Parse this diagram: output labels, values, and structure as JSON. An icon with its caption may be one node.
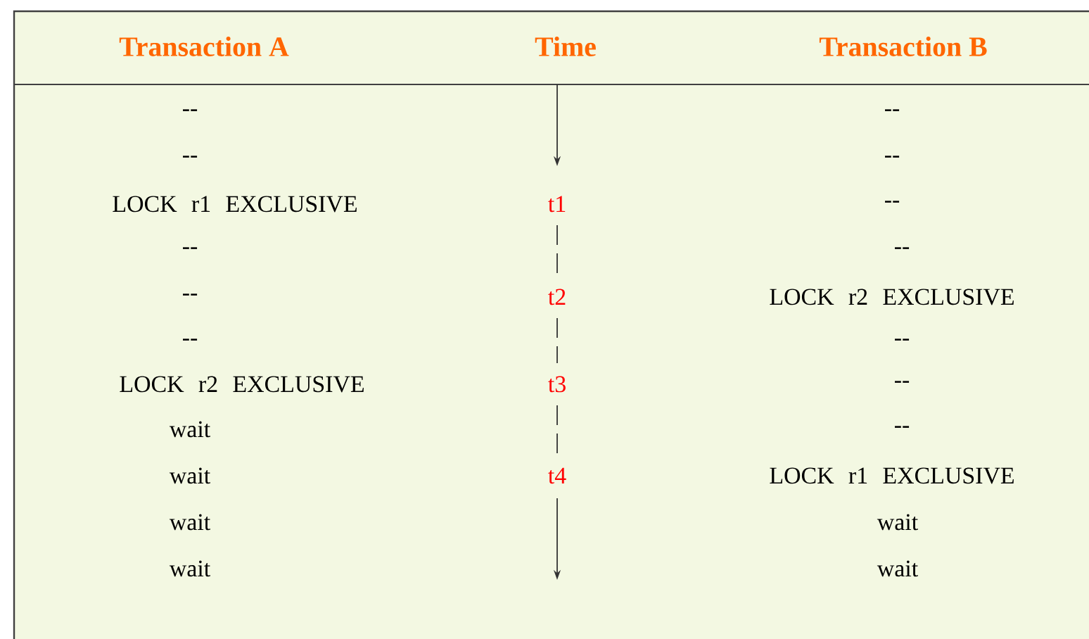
{
  "diagram": {
    "labels": [
      "Transaction A",
      "Time",
      "Transaction B",
      "--",
      "--",
      "--",
      "--",
      "LOCK r1 EXCLUSIVE",
      "t1",
      "--",
      "--",
      "--",
      "--",
      "t2",
      "LOCK r2 EXCLUSIVE",
      "--",
      "--",
      "LOCK r2 EXCLUSIVE",
      "t3",
      "--",
      "wait",
      "--",
      "wait",
      "t4",
      "LOCK r1 EXCLUSIVE",
      "wait",
      "wait",
      "wait",
      "wait"
    ]
  }
}
